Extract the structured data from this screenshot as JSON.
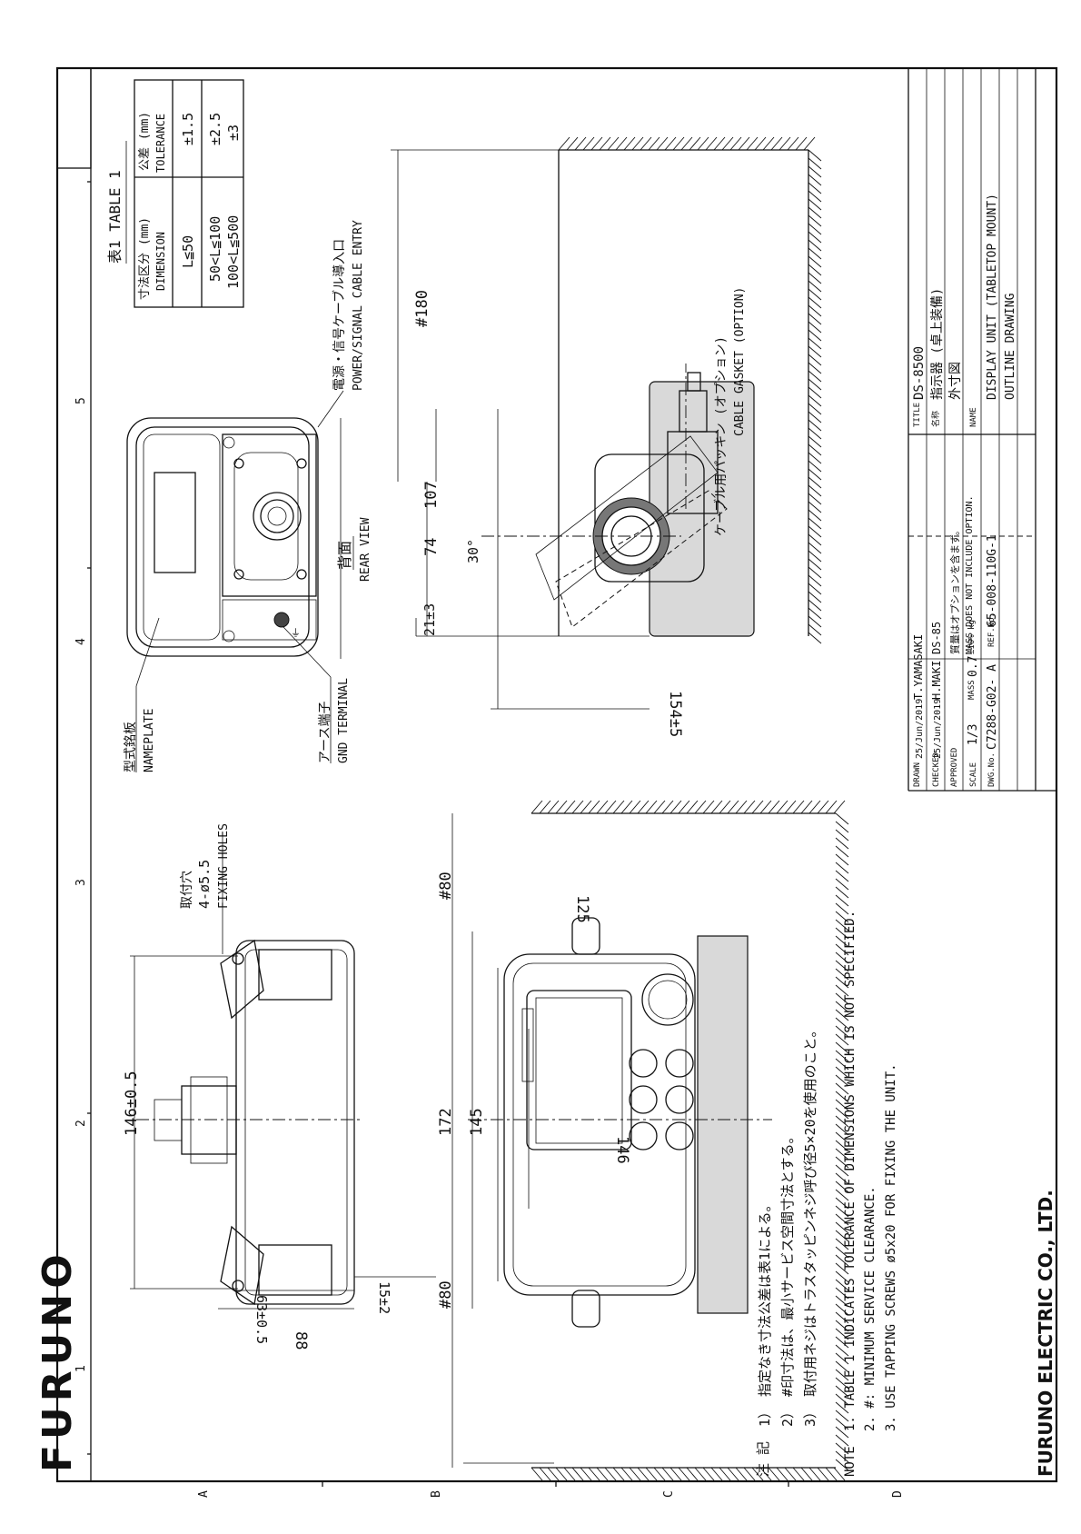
{
  "brand": {
    "logo": "FURUNO",
    "company": "FURUNO ELECTRIC CO., LTD."
  },
  "zones": {
    "cols": [
      "1",
      "2",
      "3",
      "4",
      "5"
    ],
    "rows": [
      "A",
      "B",
      "C",
      "D"
    ]
  },
  "table1": {
    "title": "表1 TABLE 1",
    "header_dim_jp": "寸法区分 (mm)",
    "header_dim_en": "DIMENSION",
    "header_tol_jp": "公差 (mm)",
    "header_tol_en": "TOLERANCE",
    "rows": [
      {
        "dim": "L≦50",
        "tol": "±1.5"
      },
      {
        "dim": "50<L≦100",
        "tol": "±2.5"
      },
      {
        "dim": "100<L≦500",
        "tol": "±3"
      }
    ]
  },
  "labels": {
    "fixing_jp": "取付穴",
    "fixing_spec": "4-ø5.5",
    "fixing_en": "FIXING HOLES",
    "nameplate_jp": "型式銘板",
    "nameplate_en": "NAMEPLATE",
    "gnd_jp": "アース端子",
    "gnd_en": "GND TERMINAL",
    "cable_entry_jp": "電源・信号ケーブル導入口",
    "cable_entry_en": "POWER/SIGNAL CABLE ENTRY",
    "rear_jp": "背面",
    "rear_en": "REAR VIEW",
    "gasket_jp": "ケーブル用パッキン (オプション)",
    "gasket_en": "CABLE GASKET (OPTION)"
  },
  "dims": {
    "d146_05": "146±0.5",
    "d88": "88",
    "d63": "63±0.5",
    "d15": "15±2",
    "d172": "172",
    "d145": "145",
    "d125": "125",
    "d146": "146",
    "d80a": "#80",
    "d80b": "#80",
    "d180": "#180",
    "d107": "107",
    "d74": "74",
    "d21": "21±3",
    "d154": "154±5",
    "angle": "30°"
  },
  "notes_jp": {
    "head": "注 記",
    "items": [
      "1） 指定なき寸法公差は表1による。",
      "2） #印寸法は、最小サービス空間寸法とする。",
      "3） 取付用ネジはトラスタッピンネジ呼び径5×20を使用のこと。"
    ]
  },
  "notes_en": {
    "head": "NOTE",
    "items": [
      "1.  TABLE 1 INDICATES TOLERANCE OF DIMENSIONS WHICH IS NOT SPECIFIED.",
      "2.  #: MINIMUM SERVICE CLEARANCE.",
      "3.  USE TAPPING SCREWS ø5x20 FOR FIXING THE UNIT."
    ]
  },
  "title_block": {
    "drawn_label": "DRAWN",
    "drawn_date": "25/Jun/2019",
    "drawn_name": "T.YAMASAKI",
    "checked_label": "CHECKED",
    "checked_date": "25/Jun/2019",
    "checked_name": "H.MAKI",
    "approved_label": "APPROVED",
    "scale_label": "SCALE",
    "scale": "1/3",
    "mass_label": "MASS",
    "mass": "0.7",
    "mass_unit": "±10% kg",
    "dwg_label": "DWG.No.",
    "dwg_no": "C7288-G02- A",
    "ref_label": "REF.No.",
    "ref_no": "65-008-110G-1",
    "model_note": "DS-85",
    "mass_note_jp": "質量はオプションを含まず。",
    "mass_note_en": "MASS DOES NOT INCLUDE OPTION.",
    "title_label": "TITLE",
    "title": "DS-8500",
    "name_jp_label": "名称",
    "name_jp": "指示器 (卓上装備)",
    "sub_jp": "外寸図",
    "name_label": "NAME",
    "name_en": "DISPLAY UNIT (TABLETOP MOUNT)",
    "sub_en": "OUTLINE DRAWING"
  }
}
